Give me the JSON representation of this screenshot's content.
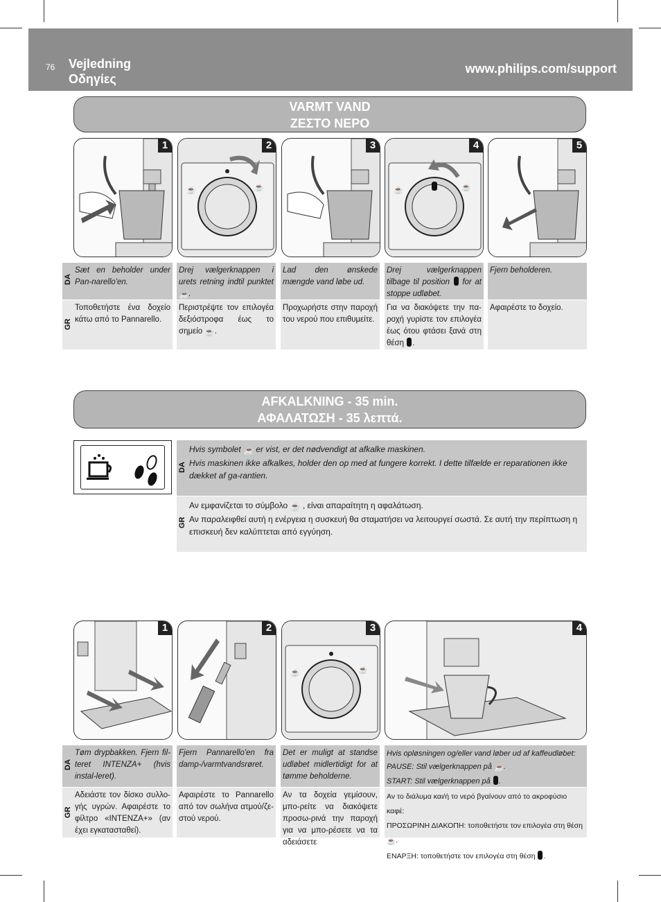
{
  "header": {
    "page_number": "76",
    "title_da": "Vejledning",
    "title_gr": "Οδηγίες",
    "url": "www.philips.com/support",
    "bg_color": "#8d8d8d"
  },
  "section1": {
    "title_da": "VARMT VAND",
    "title_gr": "ΖΕΣΤΟ ΝΕΡΟ",
    "panels": [
      "1",
      "2",
      "3",
      "4",
      "5"
    ],
    "lang_da": "DA",
    "lang_gr": "GR",
    "steps_da": [
      "Sæt en beholder under Pan-narello'en.",
      "Drej vælgerknappen i urets retning indtil punktet",
      "Lad den ønskede mængde vand løbe ud.",
      "Drej vælgerknappen tilbage til position",
      "Fjern beholderen."
    ],
    "step4_da_tail": "for at stoppe udløbet.",
    "steps_gr": [
      "Τοποθετήστε ένα δοχείο κάτω από το Pannarello.",
      "Περιστρέψτε τον επιλογέα δεξιόστροφα έως το σημείο",
      "Προχωρήστε στην παροχή του νερού που επιθυμείτε.",
      "Για να διακόψετε την πα-ροχή γυρίστε τον επιλογέα έως ότου φτάσει ξανά στη θέση",
      "Αφαιρέστε το δοχείο."
    ]
  },
  "section2": {
    "title_da": "AFKALKNING - 35 min.",
    "title_gr": "ΑΦΑΛΑΤΩΣΗ - 35 λεπτά.",
    "info_da_line1_a": "Hvis symbolet",
    "info_da_line1_b": "er vist, er det nødvendigt at afkalke maskinen.",
    "info_da_line2": "Hvis maskinen ikke afkalkes, holder den op med at fungere korrekt. I dette tilfælde er reparationen ikke dækket af ga-rantien.",
    "info_gr_line1_a": "Αν εμφανίζεται το σύμβολο",
    "info_gr_line1_b": ", είναι απαραίτητη η αφαλάτωση.",
    "info_gr_line2": "Αν παραλειφθεί αυτή η ενέργεια η συσκευή θα σταματήσει να λειτουργεί σωστά. Σε αυτή την περίπτωση η επισκευή δεν καλύπτεται από εγγύηση.",
    "panels": [
      "1",
      "2",
      "3",
      "4"
    ],
    "steps_da": [
      "Tøm drypbakken. Fjern fil-teret INTENZA+ (hvis instal-leret).",
      "Fjern Pannarello'en fra damp-/varmtvandsrøret.",
      "Det er muligt at standse udløbet midlertidigt for at tømme beholderne."
    ],
    "step4_da_l1": "Hvis opløsningen og/eller vand løber ud af kaffeudløbet:",
    "step4_da_l2": "PAUSE: Stil vælgerknappen på",
    "step4_da_l3": "START: Stil vælgerknappen på",
    "steps_gr": [
      "Αδειάστε τον δίσκο συλλο-γής υγρών. Αφαιρέστε το φίλτρο «INTENZA+» (αν έχει εγκατασταθεί).",
      "Αφαιρέστε το Pannarello από τον σωλήνα ατμού/ζε-στού νερού.",
      "Αν τα δοχεία γεμίσουν, μπο-ρείτε να διακόψετε προσω-ρινά την παροχή για να μπο-ρέσετε να τα αδειάσετε"
    ],
    "step4_gr_l1": "Αν το διάλυμα και/ή το νερό βγαίνουν από το ακροφύσιο καφέ:",
    "step4_gr_l2": "ΠΡΟΣΩΡΙΝΗ ΔΙΑΚΟΠΗ: τοποθετήστε τον επιλογέα στη θέση",
    "step4_gr_l3": "ΕΝΑΡΞΗ: τοποθετήστε τον επιλογέα στη θέση"
  }
}
